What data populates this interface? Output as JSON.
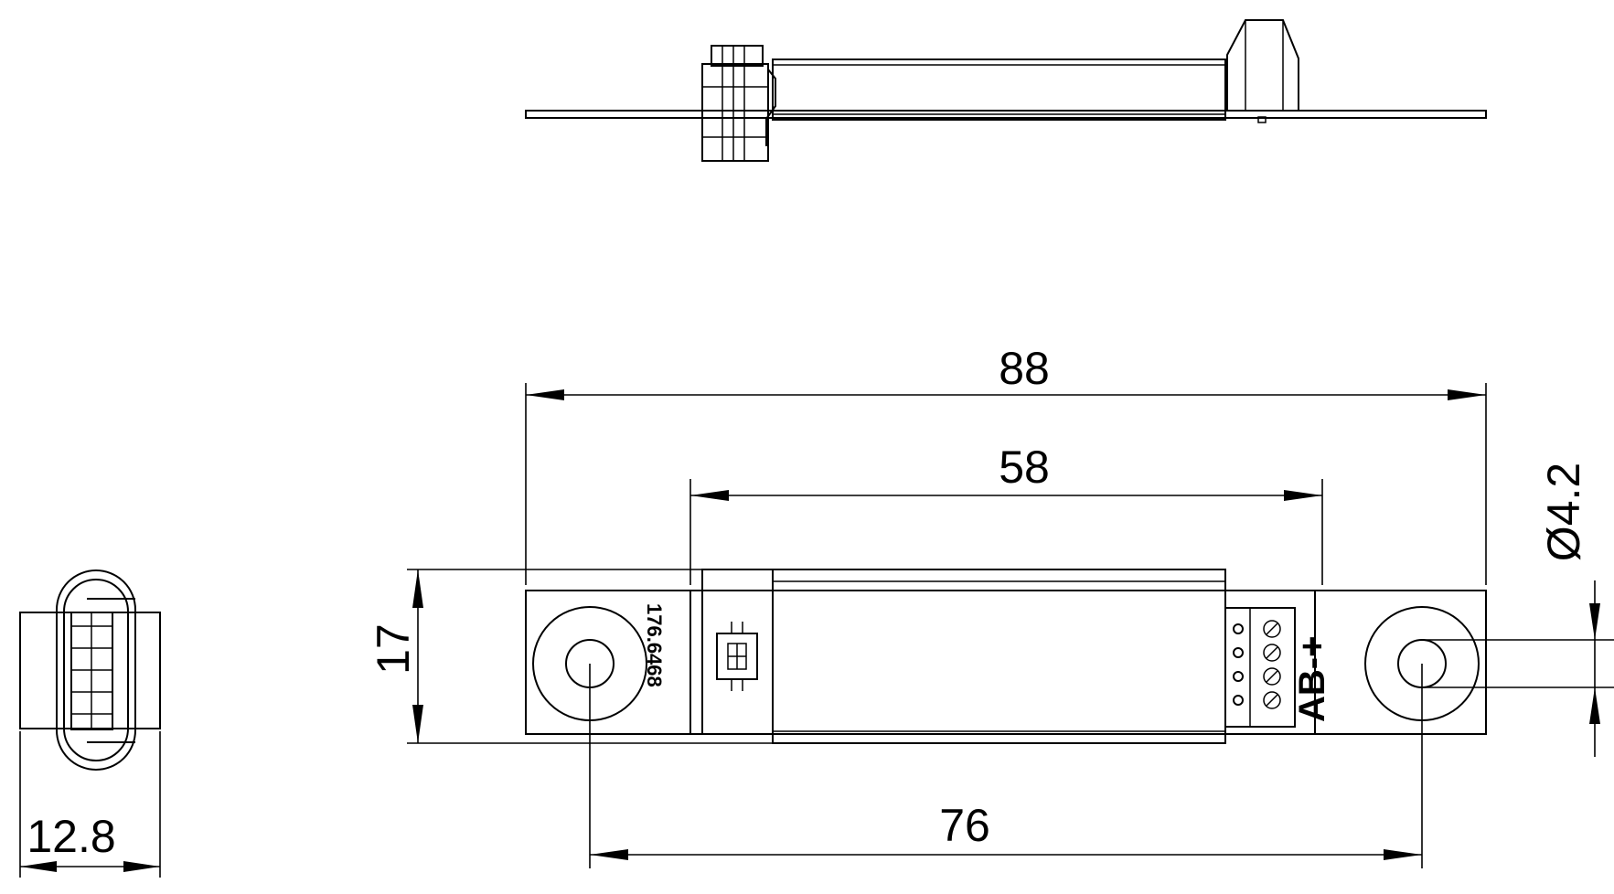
{
  "dimensions": {
    "overall_length": "88",
    "housing_length": "58",
    "hole_spacing": "76",
    "height": "17",
    "hole_diameter": "Ø4.2",
    "width": "12.8"
  },
  "markings": {
    "part_number": "176.6468",
    "polarity": "AB-+"
  }
}
